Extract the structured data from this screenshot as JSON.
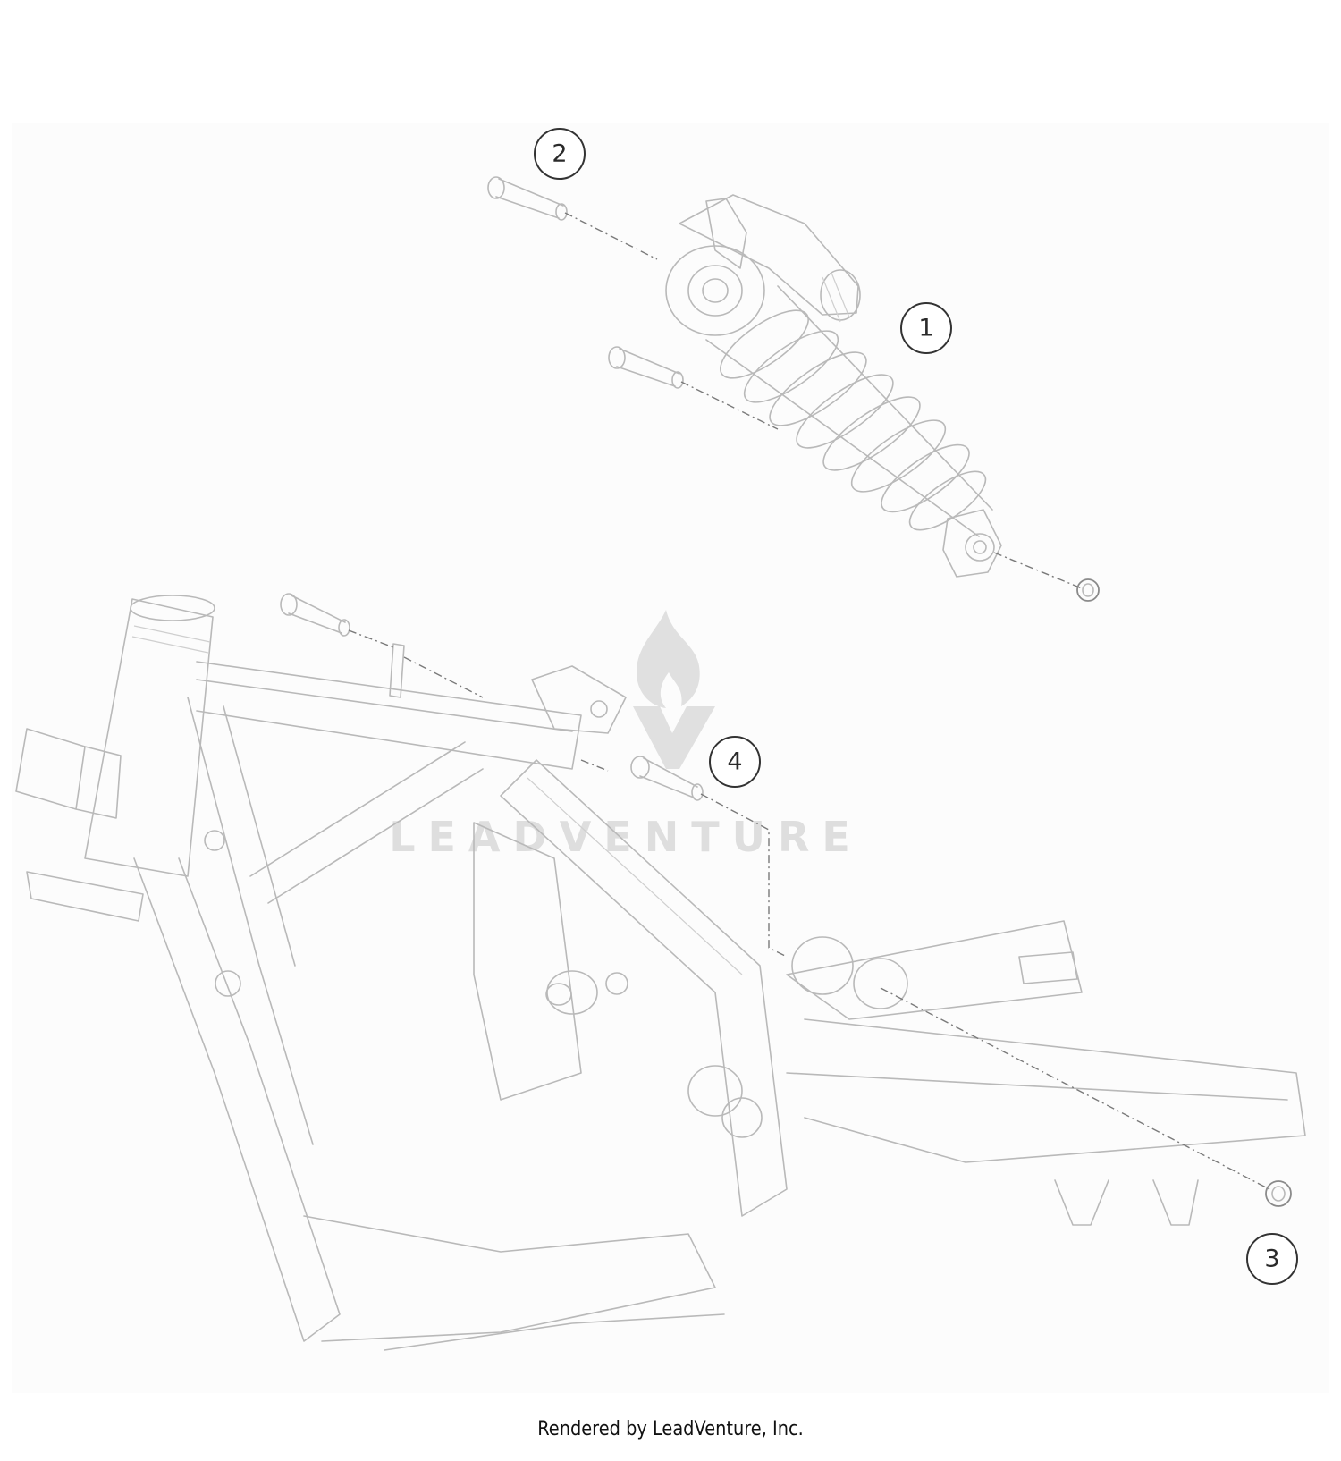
{
  "diagram": {
    "type": "exploded-parts-diagram",
    "subject": "Motorcycle frame with rear shock absorber assembly",
    "callouts": [
      {
        "number": "1",
        "part": "shock-absorber"
      },
      {
        "number": "2",
        "part": "upper-mounting-bolt"
      },
      {
        "number": "3",
        "part": "lower-nut"
      },
      {
        "number": "4",
        "part": "lower-mounting-bolt"
      }
    ],
    "watermark": "LEADVENTURE"
  },
  "footer": {
    "credit": "Rendered by LeadVenture, Inc."
  },
  "colors": {
    "background": "#ffffff",
    "panel": "#fcfcfc",
    "line_art": "#b9b9b9",
    "callout": "#333333",
    "watermark": "#d4d4d4"
  }
}
